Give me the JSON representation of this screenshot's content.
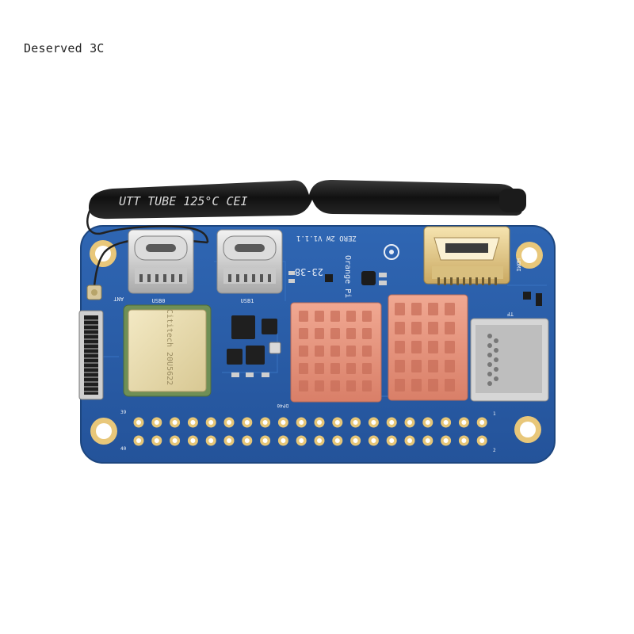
{
  "header": {
    "caption": "Deserved 3C"
  },
  "product": {
    "board_color": "#2a5ea8",
    "heatsink_color": "#e8957f",
    "cable_color": "#1a1a1a",
    "silkscreen": {
      "model": "ZERO 2W V1.1.1",
      "date_code": "23-38",
      "brand": "Orange Pi",
      "hdmi": "HDMI",
      "usb0": "USB0",
      "usb1": "USB1",
      "tf": "TF",
      "ant": "ANT",
      "gpio": "DP40",
      "pin1": "1",
      "pin2": "2",
      "pin39": "39",
      "pin40": "40"
    },
    "cable_print": "UTT TUBE 125°C CEI",
    "wifi_module_print": "Cititech 20U5622"
  }
}
